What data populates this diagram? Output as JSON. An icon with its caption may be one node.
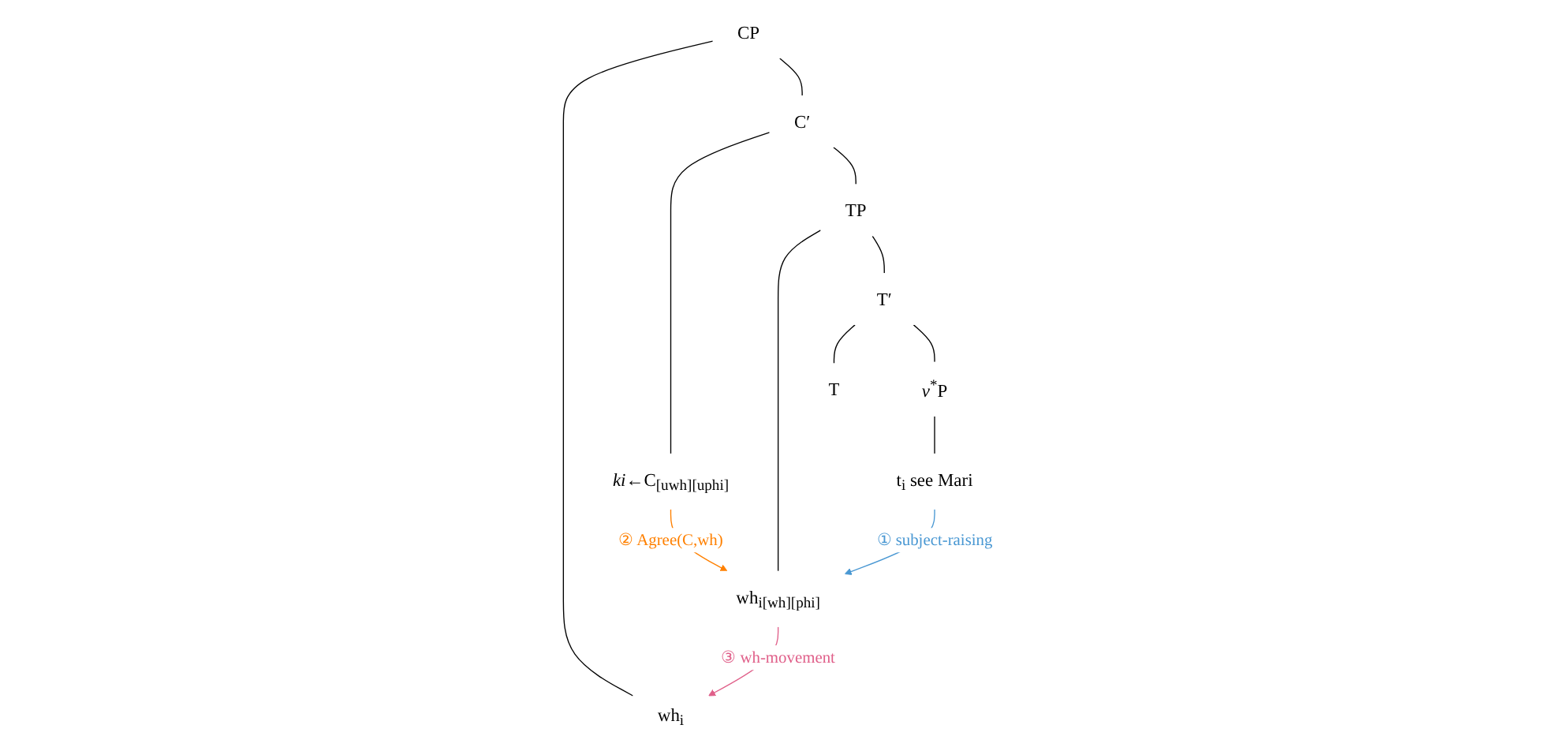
{
  "diagram": {
    "nodes": [
      {
        "text": [
          "CP"
        ]
      },
      {
        "text": [
          "wh$_{i}$"
        ]
      },
      {
        "text": [
          "C′"
        ]
      },
      {
        "text": [
          "*ki*←C$_{[uwh][uphi]}$"
        ]
      },
      {
        "text": [
          "TP"
        ]
      },
      {
        "text": [
          "wh$_{i[wh][phi]}$"
        ]
      },
      {
        "text": [
          "T′"
        ]
      },
      {
        "text": [
          "T"
        ]
      },
      {
        "text": [
          "*v*$^{*}$P"
        ]
      },
      {
        "text": [
          "t$_{i}$ see Mari"
        ]
      }
    ],
    "edges": [
      {
        "from": 0,
        "to": 1,
        "arrow": "none"
      },
      {
        "from": 0,
        "to": 2,
        "arrow": "none"
      },
      {
        "from": 2,
        "to": 3,
        "arrow": "none"
      },
      {
        "from": 2,
        "to": 4,
        "arrow": "none"
      },
      {
        "from": 4,
        "to": 5,
        "arrow": "none"
      },
      {
        "from": 4,
        "to": 6,
        "arrow": "none"
      },
      {
        "from": 6,
        "to": 7,
        "arrow": "none"
      },
      {
        "from": 6,
        "to": 8,
        "arrow": "none"
      },
      {
        "from": 8,
        "to": 9,
        "arrow": "none"
      },
      {
        "from": 3,
        "to": 5,
        "arrow": "to",
        "label": "② Agree(C,wh)",
        "color": "#ff8000"
      },
      {
        "from": 9,
        "to": 5,
        "arrow": "to",
        "label": "① subject-raising",
        "color": "#4a98d3"
      },
      {
        "from": 5,
        "to": 1,
        "arrow": "to",
        "label": "③ wh-movement",
        "color": "#e0608a"
      }
    ]
  }
}
